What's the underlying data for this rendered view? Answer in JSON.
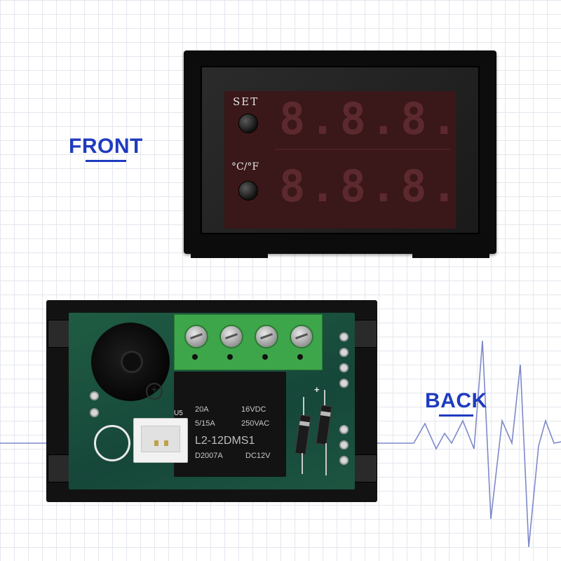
{
  "labels": {
    "front": "FRONT",
    "back": "BACK"
  },
  "front_panel": {
    "set_label": "SET",
    "unit_label": "°C/°F",
    "display_top": "8.8.8.",
    "display_bottom": "8.8.8."
  },
  "back_panel": {
    "relay_lines": [
      "20A",
      "16VDC",
      "5/15A",
      "250VAC",
      "L2-12DMS1",
      "D2007A",
      "DC12V"
    ],
    "connector_label": "U5",
    "silk_plus": "+"
  },
  "colors": {
    "label_blue": "#1f3bbf",
    "display_background": "#3a1719",
    "pcb_green": "#16473a",
    "terminal_green": "#3ea64a",
    "ecg_line": "#7e89c9"
  }
}
